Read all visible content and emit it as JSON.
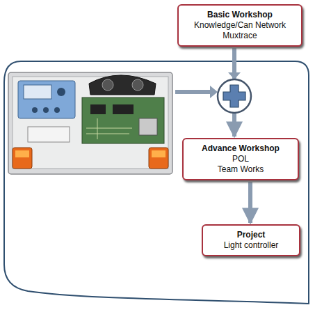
{
  "diagram": {
    "nodes": [
      {
        "text": [
          "Basic Workshop",
          "Knowledge/Can Network",
          "Muxtrace"
        ]
      },
      {
        "text": [
          "Advance Workshop",
          "POL",
          "Team Works"
        ]
      },
      {
        "text": [
          "Project",
          "Light controller"
        ]
      }
    ],
    "edges": [
      {
        "from": 0,
        "to": 1,
        "arrow": "to"
      },
      {
        "from": 1,
        "to": 2,
        "arrow": "to"
      }
    ]
  }
}
